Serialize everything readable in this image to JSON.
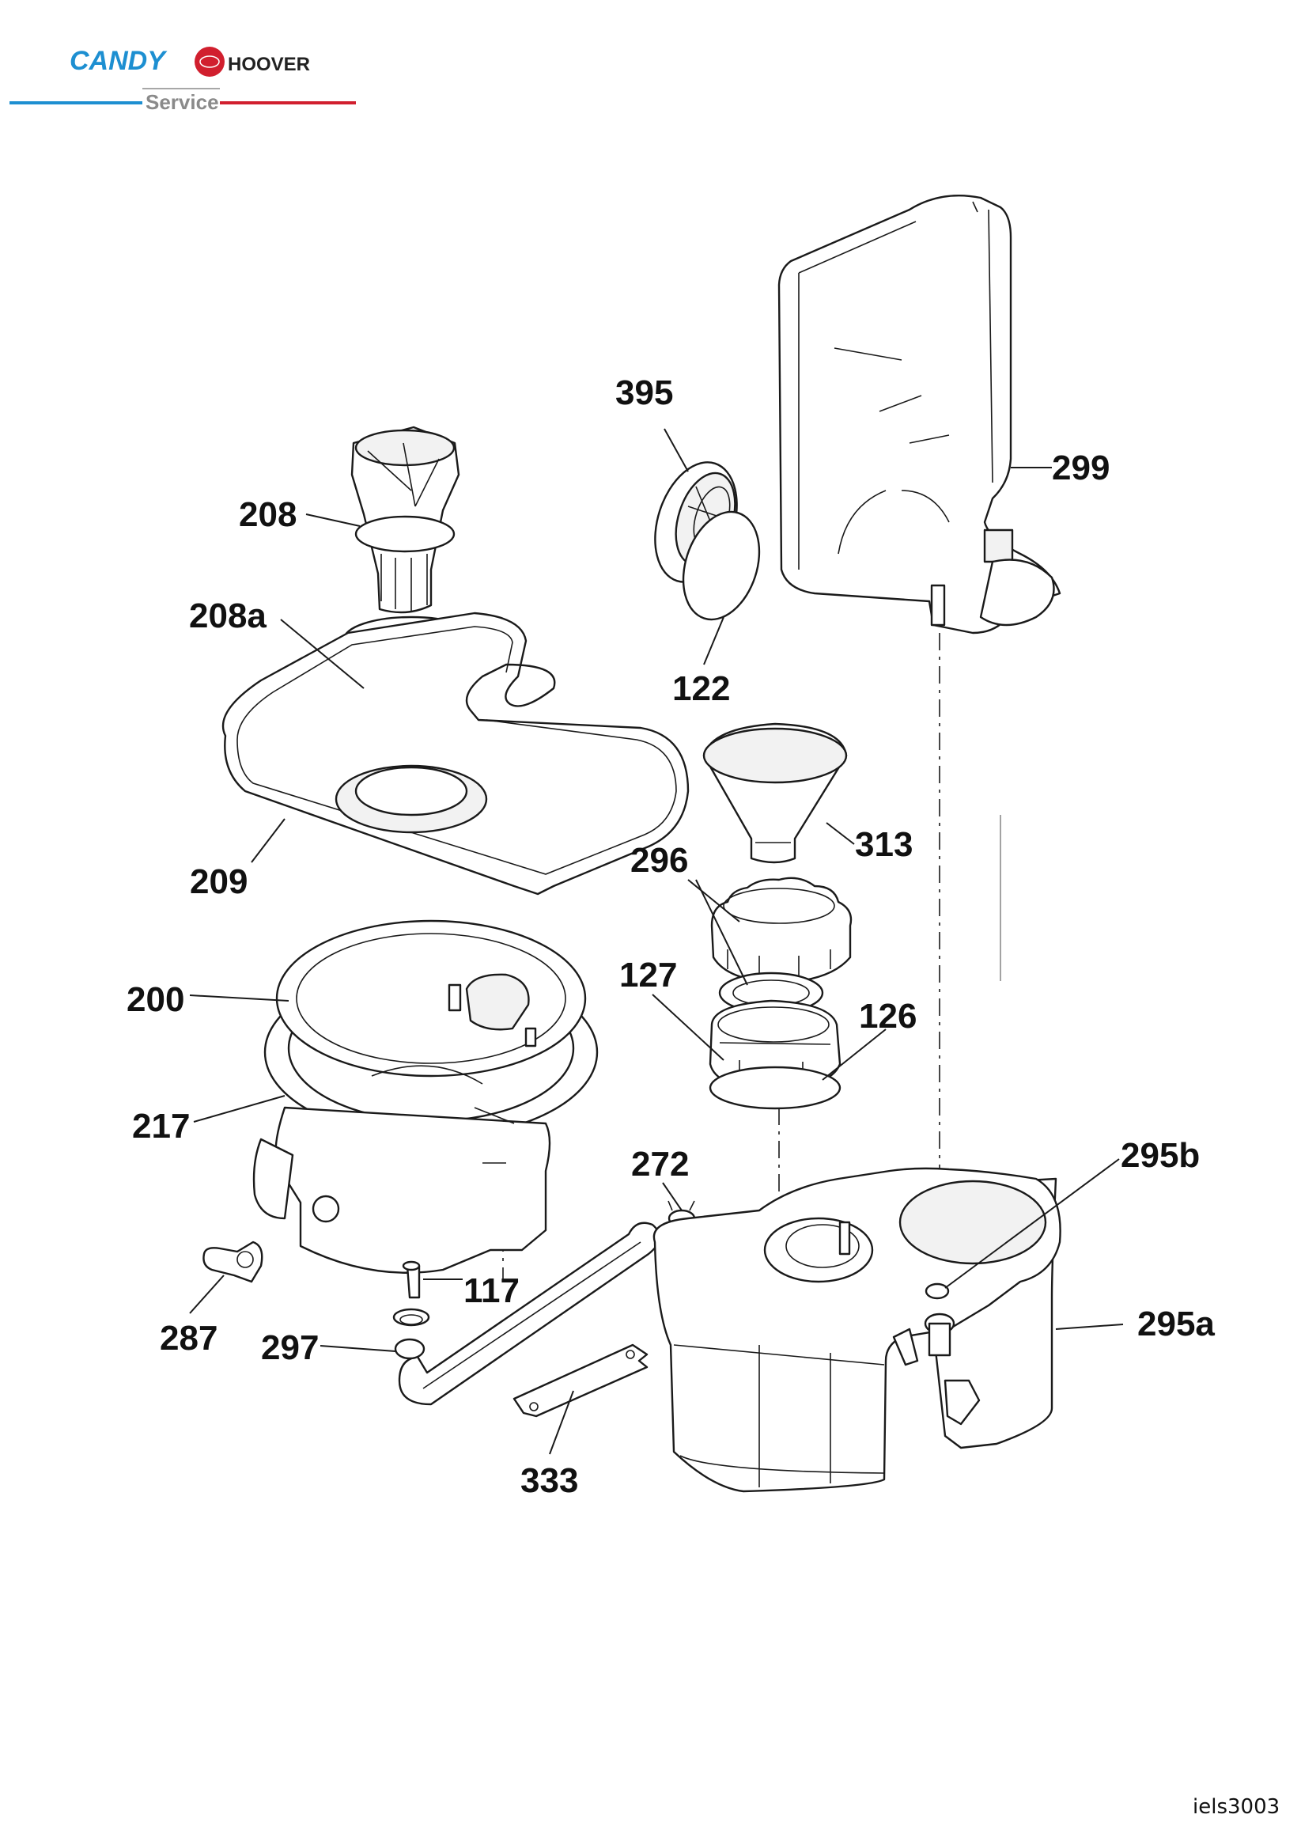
{
  "brand": {
    "candy_logo": "CANDY",
    "hoover_logo": "HOOVER",
    "service_label": "Service",
    "colors": {
      "candy_blue": "#1d8fd1",
      "hoover_red": "#d11f2e",
      "service_gray": "#8a8a8a"
    }
  },
  "diagram": {
    "callouts": [
      {
        "id": "c299",
        "label": "299"
      },
      {
        "id": "c395",
        "label": "395"
      },
      {
        "id": "c208",
        "label": "208"
      },
      {
        "id": "c208a",
        "label": "208a"
      },
      {
        "id": "c122",
        "label": "122"
      },
      {
        "id": "c313",
        "label": "313"
      },
      {
        "id": "c296",
        "label": "296"
      },
      {
        "id": "c209",
        "label": "209"
      },
      {
        "id": "c127",
        "label": "127"
      },
      {
        "id": "c126",
        "label": "126"
      },
      {
        "id": "c200",
        "label": "200"
      },
      {
        "id": "c217",
        "label": "217"
      },
      {
        "id": "c295b",
        "label": "295b"
      },
      {
        "id": "c272",
        "label": "272"
      },
      {
        "id": "c117",
        "label": "117"
      },
      {
        "id": "c287",
        "label": "287"
      },
      {
        "id": "c297",
        "label": "297"
      },
      {
        "id": "c295a",
        "label": "295a"
      },
      {
        "id": "c333",
        "label": "333"
      }
    ],
    "reference_code": "iels3003"
  }
}
